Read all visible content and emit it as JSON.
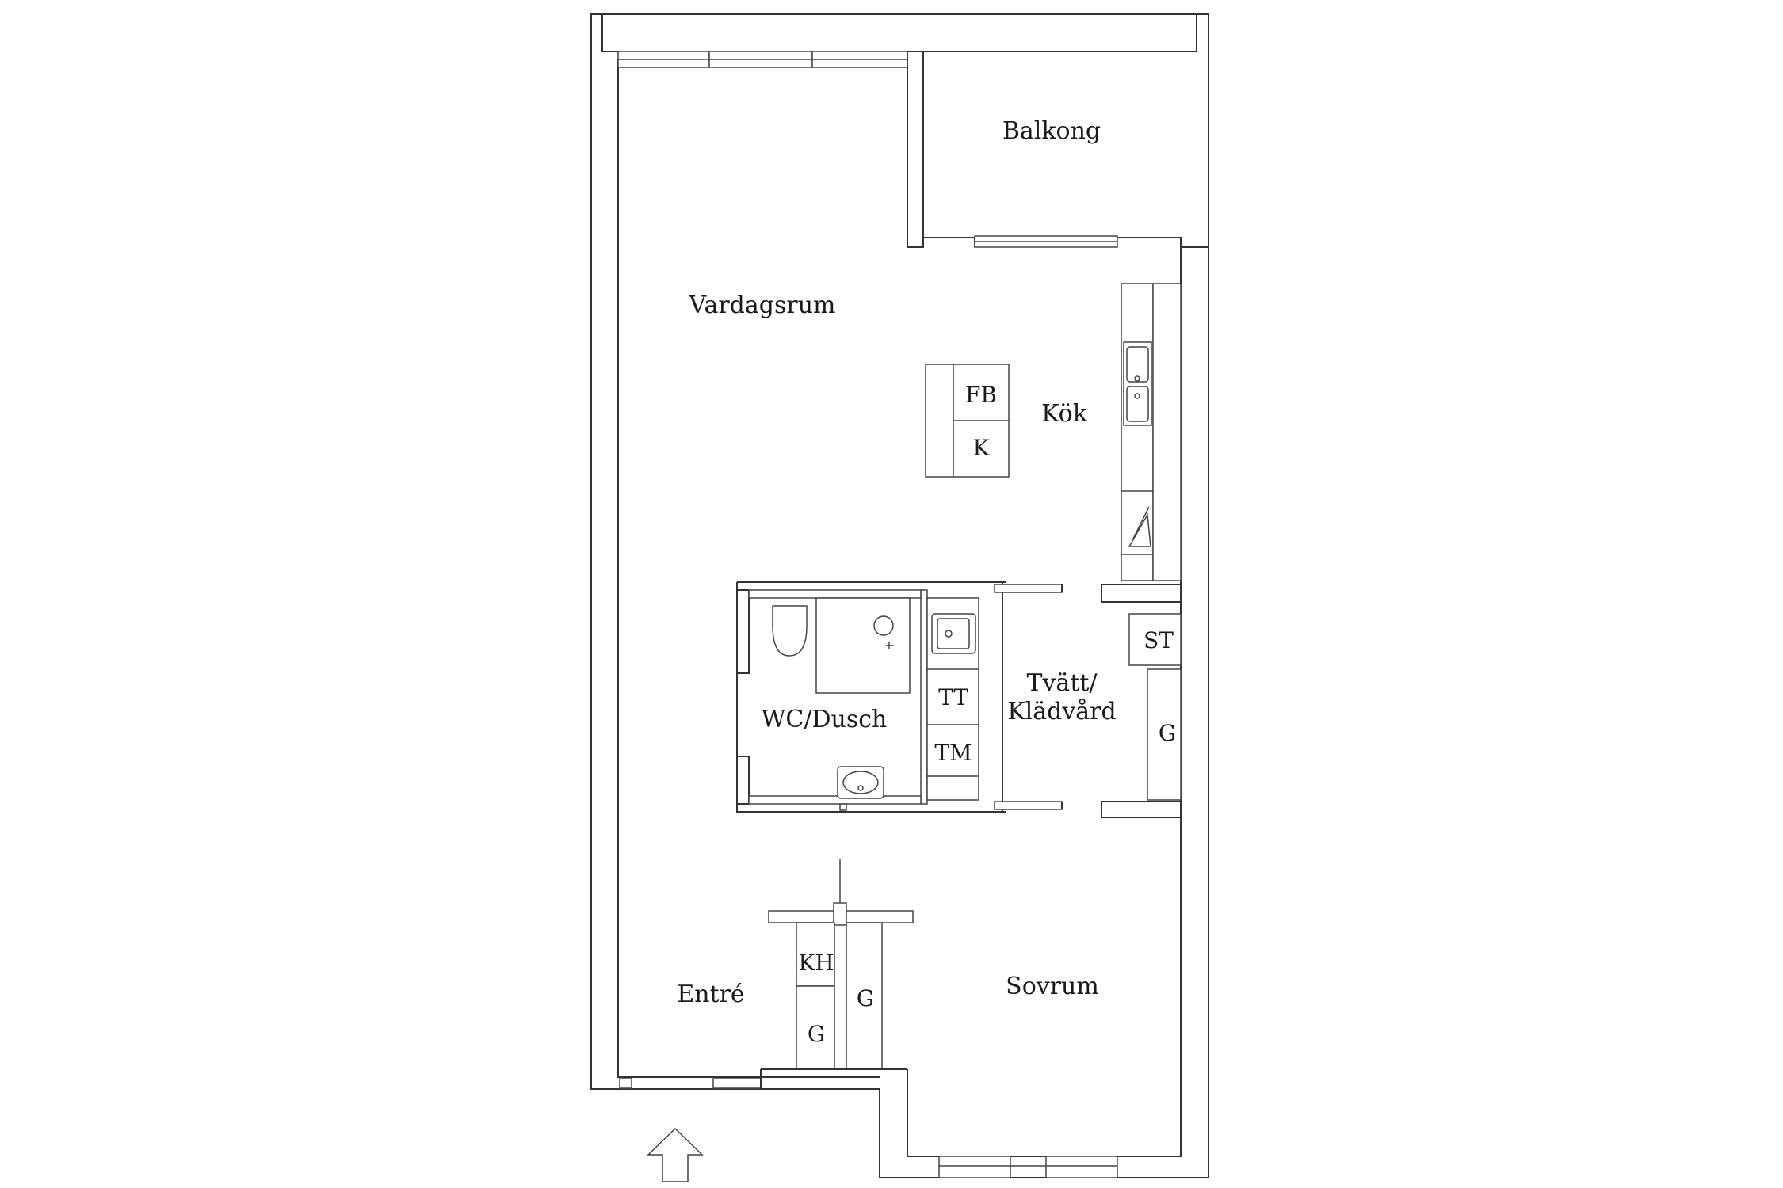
{
  "rooms": {
    "balkong": "Balkong",
    "vardagsrum": "Vardagsrum",
    "kok": "Kök",
    "wc_dusch": "WC/Dusch",
    "tvatt_line1": "Tvätt/",
    "tvatt_line2": "Klädvård",
    "entre": "Entré",
    "sovrum": "Sovrum"
  },
  "fixtures": {
    "fb": "FB",
    "k": "K",
    "st": "ST",
    "g_laundry": "G",
    "tt": "TT",
    "tm": "TM",
    "kh": "KH",
    "g_hall_left": "G",
    "g_hall_right": "G"
  }
}
